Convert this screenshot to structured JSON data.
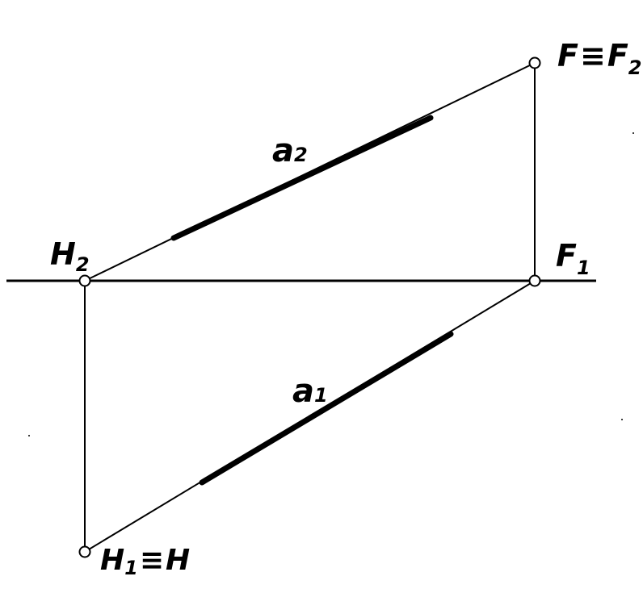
{
  "labels": {
    "F": "F",
    "equiv": "≡",
    "F2": "F",
    "F2_sub": "2",
    "a2": "a",
    "a2_sub": "2",
    "H2": "H",
    "H2_sub": "2",
    "F1": "F",
    "F1_sub": "1",
    "a1": "a",
    "a1_sub": "1",
    "H1": "H",
    "H1_sub": "1",
    "equiv2": "≡",
    "H": "H"
  }
}
